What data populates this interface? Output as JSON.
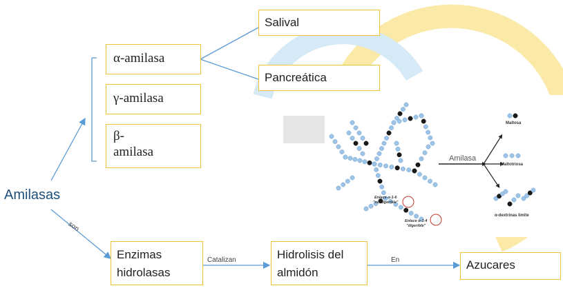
{
  "root": {
    "label": "Amilasas"
  },
  "types": [
    {
      "label": "α-amilasa"
    },
    {
      "label": "γ-amilasa"
    },
    {
      "label": "β-",
      "label2": "amilasa"
    }
  ],
  "alpha_sources": [
    {
      "label": "Salival"
    },
    {
      "label": "Pancreática"
    }
  ],
  "chain": {
    "connector_son": "son",
    "enzymes": {
      "line1": "Enzimas",
      "line2": "hidrolasas"
    },
    "connector_catalyze": "Catalizan",
    "hydrolysis": {
      "line1": "Hidrolisis del",
      "line2": "almidón"
    },
    "connector_en": "En",
    "sugars": {
      "label": "Azucares"
    }
  },
  "figure": {
    "arrow_label": "Amilasa",
    "products": [
      "Maltosa",
      "Maltotriosa",
      "α-dextrinas limite"
    ],
    "bond16": {
      "line1": "Enlace α-1-6",
      "line2": "\"no digerible\""
    },
    "bond14": {
      "line1": "Enlace α-1-4",
      "line2": "\"digerible\""
    }
  },
  "colors": {
    "box_border": "#f2c233",
    "arrow": "#5b9bd5",
    "root_text": "#1f4e79",
    "glucose": "#9dc3e6",
    "glucose_dark": "#1a1a1a",
    "bond_circle": "#c0392b"
  }
}
